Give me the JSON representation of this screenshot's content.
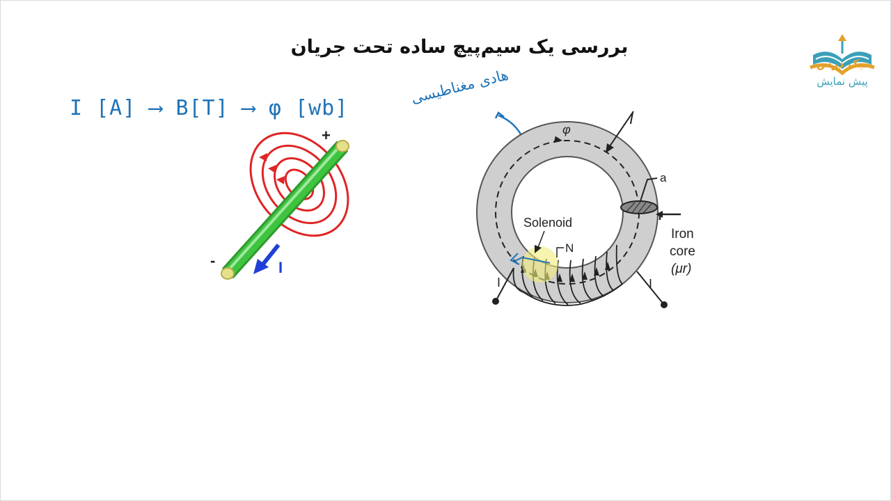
{
  "title": "بررسی یک سیم‌پیچ ساده تحت جریان",
  "logo": {
    "name": "نیک درس",
    "subtitle": "پیش نمایش"
  },
  "handwriting": {
    "formula": "I [A] ⟶ B[T] ⟶ φ [wb]",
    "note": "هادی مغناطیسی"
  },
  "wire_figure": {
    "plus": "+",
    "minus": "-",
    "current": "I"
  },
  "toroid_figure": {
    "flux": "φ",
    "current_top": "I",
    "area": "a",
    "solenoid": "Solenoid",
    "turns": "N",
    "iron": "Iron",
    "core": "core",
    "mu": "(μr)",
    "current_left": "I",
    "current_right": "I"
  },
  "colors": {
    "title": "#111111",
    "ink": "#1f73b7",
    "field": "#e02424",
    "wire": "#3fc43f",
    "arrow": "#1f3fd6",
    "core": "#cfcfcf",
    "logo_orange": "#e3a12b",
    "logo_teal": "#3aa0b8"
  }
}
